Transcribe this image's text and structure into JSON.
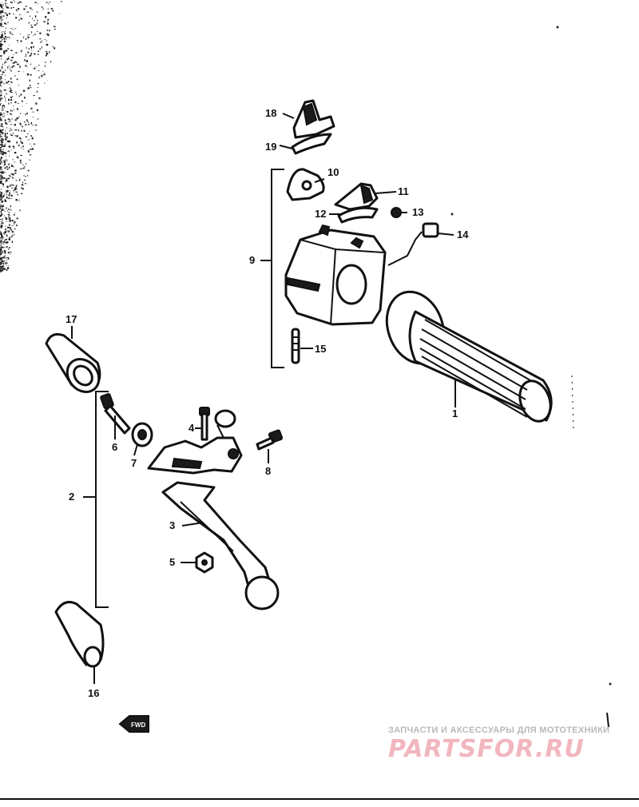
{
  "diagram": {
    "labels": {
      "p1": "1",
      "p2": "2",
      "p3": "3",
      "p4": "4",
      "p5": "5",
      "p6": "6",
      "p7": "7",
      "p8": "8",
      "p9": "9",
      "p10": "10",
      "p11": "11",
      "p12": "12",
      "p13": "13",
      "p14": "14",
      "p15": "15",
      "p16": "16",
      "p17": "17",
      "p18": "18",
      "p19": "19"
    },
    "front_marker": "FWD"
  },
  "watermark": {
    "subtitle": "ЗАПЧАСТИ И АКСЕССУАРЫ ДЛЯ МОТОТЕХНИКИ",
    "logo": "PARTSFOR.RU"
  }
}
